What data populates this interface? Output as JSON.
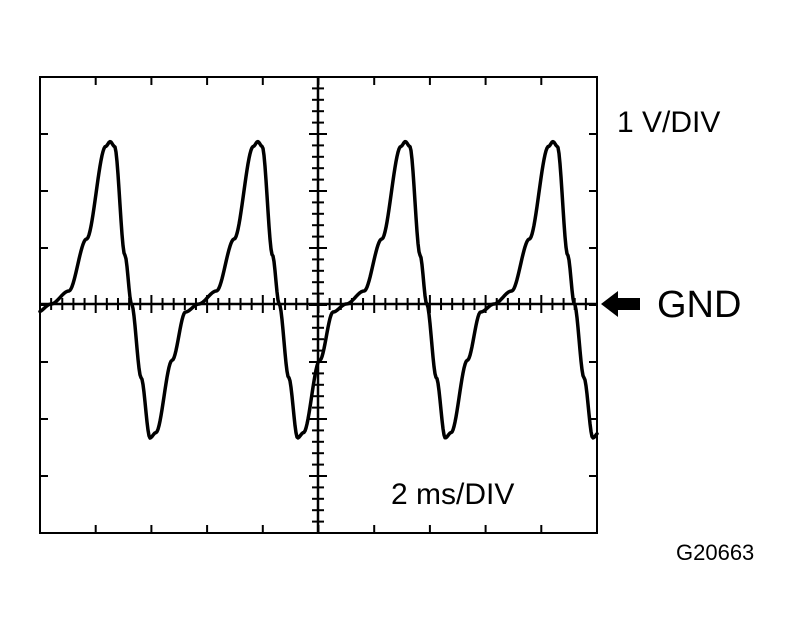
{
  "labels": {
    "voltage_scale": "1 V/DIV",
    "time_scale": "2 ms/DIV",
    "ground_marker": "GND",
    "figure_code": "G20663"
  },
  "icons": {
    "ground_pointer": "left-arrow-icon"
  },
  "colors": {
    "trace": "#000000",
    "background": "#ffffff"
  },
  "graticule": {
    "horizontal_divisions": 10,
    "vertical_divisions": 8,
    "minor_ticks_per_division": 5
  },
  "waveform": {
    "type": "periodic AC signal",
    "cycles_shown": 4,
    "period_divisions": 2.65,
    "positive_peak_divisions": 2.85,
    "negative_peak_divisions": -2.35
  }
}
